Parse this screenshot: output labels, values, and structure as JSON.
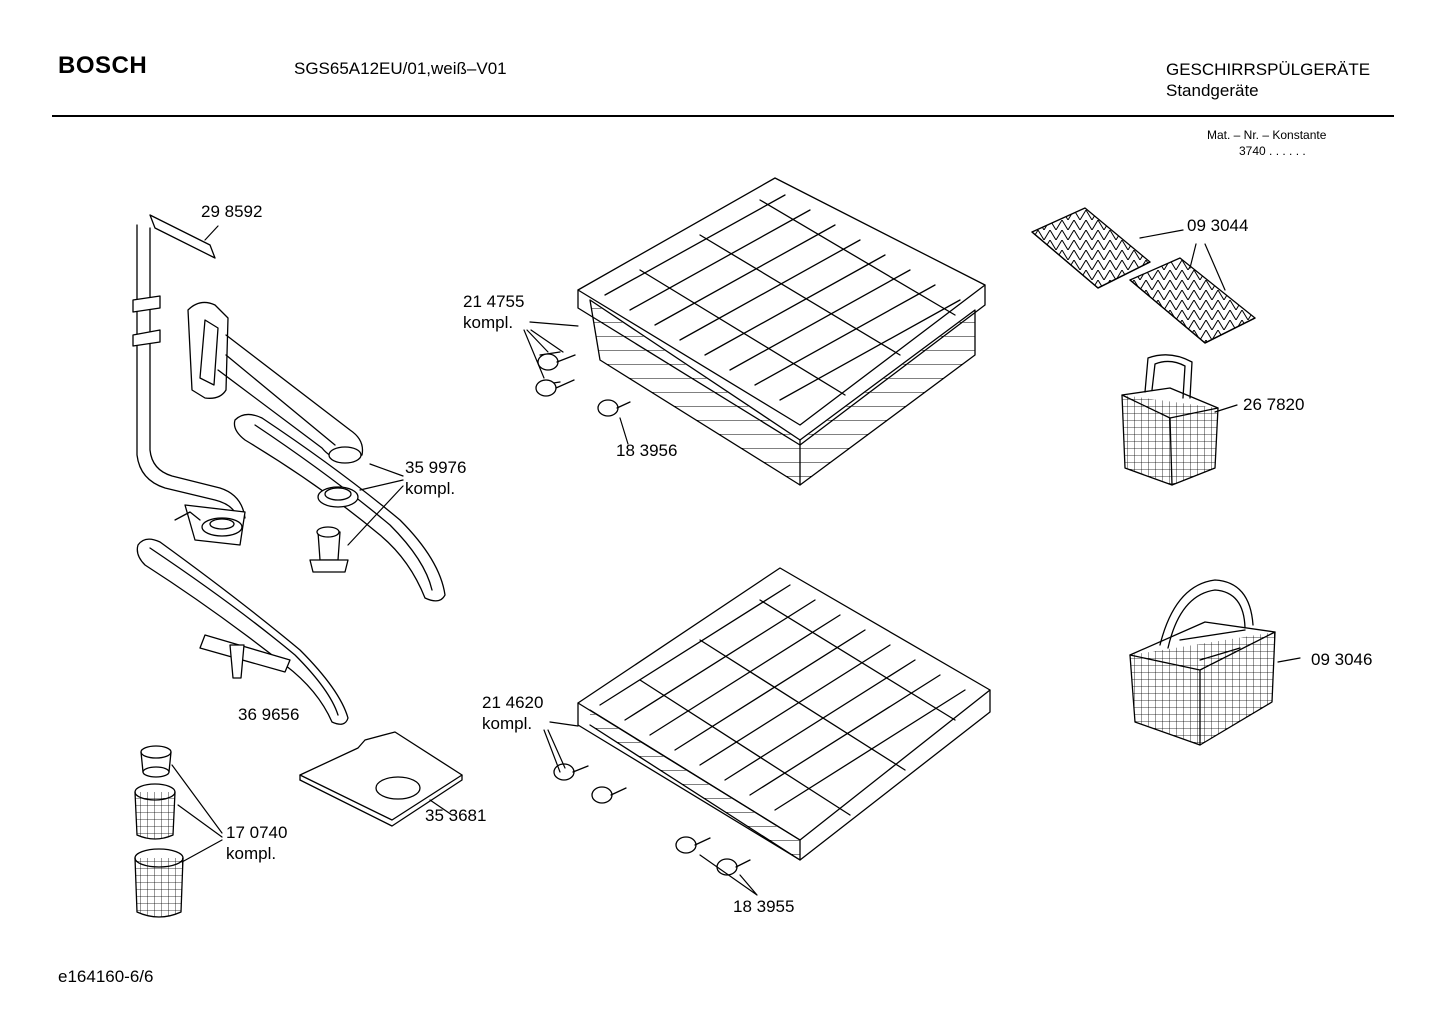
{
  "header": {
    "brand": "BOSCH",
    "model": "SGS65A12EU/01,weiß–V01",
    "category_line1": "GESCHIRRSPÜLGERÄTE",
    "category_line2": "Standgeräte"
  },
  "material": {
    "label": "Mat. – Nr. – Konstante",
    "value": "3740 .  .    .  .  .  ."
  },
  "parts": [
    {
      "number": "29 8592",
      "note": ""
    },
    {
      "number": "21 4755",
      "note": "kompl."
    },
    {
      "number": "09 3044",
      "note": ""
    },
    {
      "number": "26 7820",
      "note": ""
    },
    {
      "number": "35 9976",
      "note": "kompl."
    },
    {
      "number": "18 3956",
      "note": ""
    },
    {
      "number": "36 9656",
      "note": ""
    },
    {
      "number": "21 4620",
      "note": "kompl."
    },
    {
      "number": "09 3046",
      "note": ""
    },
    {
      "number": "17 0740",
      "note": "kompl."
    },
    {
      "number": "35 3681",
      "note": ""
    },
    {
      "number": "18 3955",
      "note": ""
    }
  ],
  "footer": {
    "drawing_id": "e164160-6/6"
  }
}
